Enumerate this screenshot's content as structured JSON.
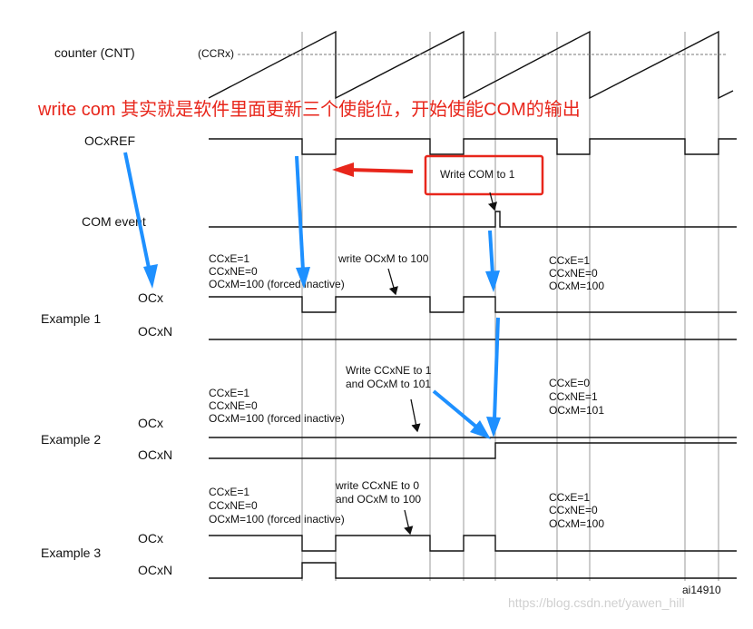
{
  "signals": {
    "counter": "counter (CNT)",
    "ccr": "(CCRx)",
    "ocxref": "OCxREF",
    "com_event": "COM event"
  },
  "annotation": {
    "red_note": "write com 其实就是软件里面更新三个使能位，开始使能COM的输出",
    "write_com_box": "Write COM to 1",
    "red_color": "#e8261b",
    "blue_color": "#1e90ff"
  },
  "examples": [
    {
      "title": "Example 1",
      "ocx": "OCx",
      "ocxn": "OCxN",
      "before": [
        "CCxE=1",
        "CCxNE=0",
        "OCxM=100 (forced inactive)"
      ],
      "note": [
        "write OCxM to 100"
      ],
      "after": [
        "CCxE=1",
        "CCxNE=0",
        "OCxM=100"
      ]
    },
    {
      "title": "Example 2",
      "ocx": "OCx",
      "ocxn": "OCxN",
      "before": [
        "CCxE=1",
        "CCxNE=0",
        "OCxM=100 (forced inactive)"
      ],
      "note": [
        "Write CCxNE to 1",
        "and OCxM to 101"
      ],
      "after": [
        "CCxE=0",
        "CCxNE=1",
        "OCxM=101"
      ]
    },
    {
      "title": "Example 3",
      "ocx": "OCx",
      "ocxn": "OCxN",
      "before": [
        "CCxE=1",
        "CCxNE=0",
        "OCxM=100 (forced inactive)"
      ],
      "note": [
        "write CCxNE to 0",
        "and OCxM to 100"
      ],
      "after": [
        "CCxE=1",
        "CCxNE=0",
        "OCxM=100"
      ]
    }
  ],
  "figure_id": "ai14910",
  "watermark": "https://blog.csdn.net/yawen_hill"
}
